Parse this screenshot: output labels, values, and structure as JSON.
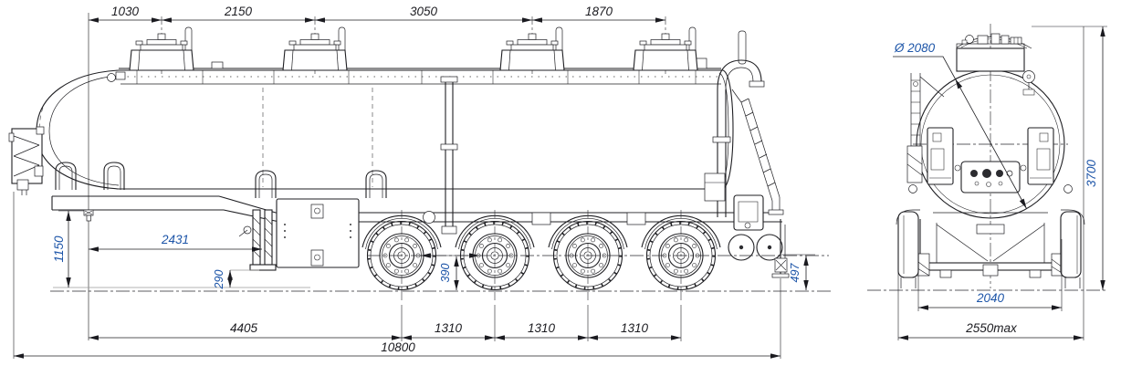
{
  "drawing": {
    "units": "mm",
    "side_view": {
      "manhole_spacing": [
        "1030",
        "2150",
        "3050",
        "1870"
      ],
      "fifth_wheel_height": "1150",
      "kingpin_to_landing_gear": "2431",
      "landing_gear_clearance": "290",
      "axle_centerline_height": "390",
      "rear_frame_height": "497",
      "kingpin_to_first_axle": "4405",
      "axle_spacings": [
        "1310",
        "1310",
        "1310"
      ],
      "overall_length": "10800"
    },
    "rear_view": {
      "tank_diameter": "Ø 2080",
      "overall_height": "3700",
      "track_width": "2040",
      "overall_width": "2550max"
    },
    "colors": {
      "line": "#1f1f23",
      "dim_text_black": "#1b1b20",
      "dim_text_blue": "#1d55a8",
      "centerline_grey": "#8a8a8a",
      "background": "#ffffff"
    }
  }
}
